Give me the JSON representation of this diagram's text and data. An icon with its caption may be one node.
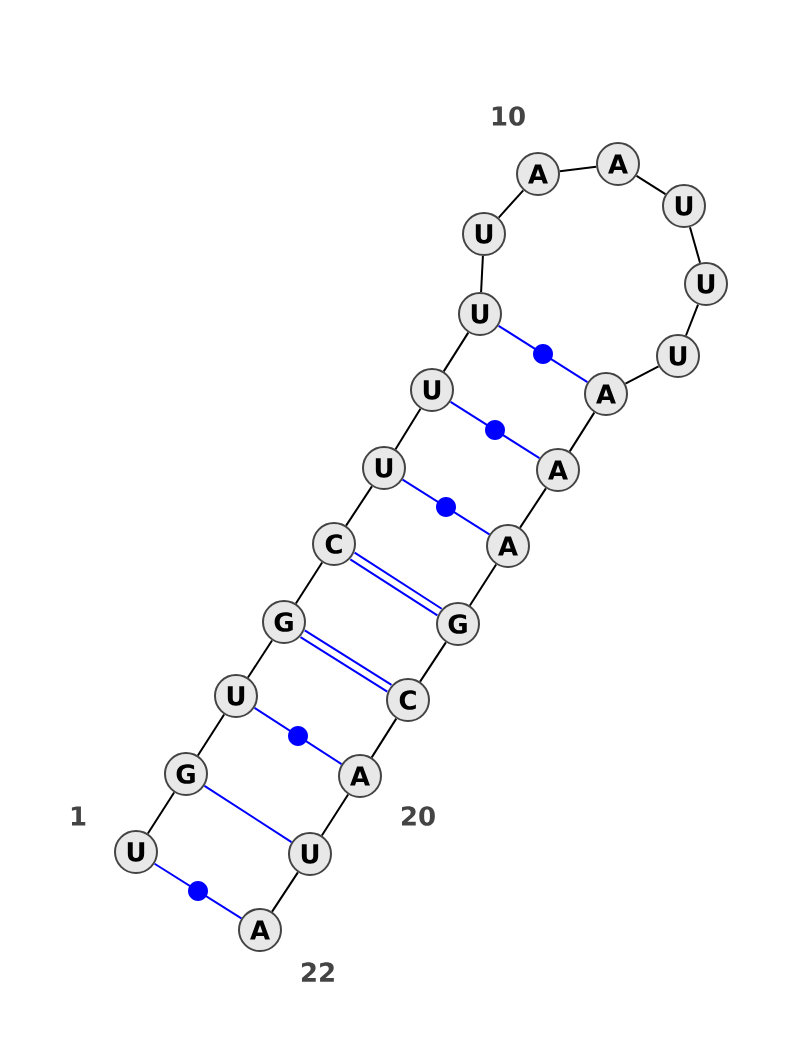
{
  "diagram": {
    "nodes": [
      {
        "text": [
          "U"
        ],
        "beside": [
          "1"
        ]
      },
      {
        "text": [
          "G"
        ]
      },
      {
        "text": [
          "U"
        ]
      },
      {
        "text": [
          "G"
        ]
      },
      {
        "text": [
          "C"
        ]
      },
      {
        "text": [
          "U"
        ]
      },
      {
        "text": [
          "U"
        ]
      },
      {
        "text": [
          "U"
        ]
      },
      {
        "text": [
          "U"
        ]
      },
      {
        "text": [
          "A"
        ],
        "beside": [
          "10"
        ]
      },
      {
        "text": [
          "A"
        ]
      },
      {
        "text": [
          "U"
        ]
      },
      {
        "text": [
          "U"
        ]
      },
      {
        "text": [
          "U"
        ]
      },
      {
        "text": [
          "A"
        ]
      },
      {
        "text": [
          "A"
        ]
      },
      {
        "text": [
          "A"
        ]
      },
      {
        "text": [
          "G"
        ]
      },
      {
        "text": [
          "C"
        ]
      },
      {
        "text": [
          "A"
        ],
        "beside": [
          "20"
        ]
      },
      {
        "text": [
          "U"
        ]
      },
      {
        "text": [
          "A"
        ],
        "beside": [
          "22"
        ]
      }
    ],
    "edges": [
      {
        "from": 0,
        "to": 1,
        "arrow": "none"
      },
      {
        "from": 1,
        "to": 2,
        "arrow": "none"
      },
      {
        "from": 2,
        "to": 3,
        "arrow": "none"
      },
      {
        "from": 3,
        "to": 4,
        "arrow": "none"
      },
      {
        "from": 4,
        "to": 5,
        "arrow": "none"
      },
      {
        "from": 5,
        "to": 6,
        "arrow": "none"
      },
      {
        "from": 6,
        "to": 7,
        "arrow": "none"
      },
      {
        "from": 7,
        "to": 8,
        "arrow": "none"
      },
      {
        "from": 8,
        "to": 9,
        "arrow": "none"
      },
      {
        "from": 9,
        "to": 10,
        "arrow": "none"
      },
      {
        "from": 10,
        "to": 11,
        "arrow": "none"
      },
      {
        "from": 11,
        "to": 12,
        "arrow": "none"
      },
      {
        "from": 12,
        "to": 13,
        "arrow": "none"
      },
      {
        "from": 13,
        "to": 14,
        "arrow": "none"
      },
      {
        "from": 14,
        "to": 15,
        "arrow": "none"
      },
      {
        "from": 15,
        "to": 16,
        "arrow": "none"
      },
      {
        "from": 16,
        "to": 17,
        "arrow": "none"
      },
      {
        "from": 17,
        "to": 18,
        "arrow": "none"
      },
      {
        "from": 18,
        "to": 19,
        "arrow": "none"
      },
      {
        "from": 19,
        "to": 20,
        "arrow": "none"
      },
      {
        "from": 20,
        "to": 21,
        "arrow": "none"
      },
      {
        "from": 0,
        "to": 21,
        "arrow": "none",
        "color": "#0000ff"
      },
      {
        "from": 1,
        "to": 20,
        "arrow": "none",
        "color": "#0000ff"
      },
      {
        "from": 2,
        "to": 19,
        "arrow": "none",
        "color": "#0000ff"
      },
      {
        "from": 3,
        "to": 18,
        "arrow": "none",
        "color": "#0000ff",
        "style": "thick"
      },
      {
        "from": 4,
        "to": 17,
        "arrow": "none",
        "color": "#0000ff",
        "style": "thick"
      },
      {
        "from": 5,
        "to": 16,
        "arrow": "none",
        "color": "#0000ff"
      },
      {
        "from": 6,
        "to": 15,
        "arrow": "none",
        "color": "#0000ff"
      },
      {
        "from": 7,
        "to": 14,
        "arrow": "none",
        "color": "#0000ff"
      }
    ]
  }
}
